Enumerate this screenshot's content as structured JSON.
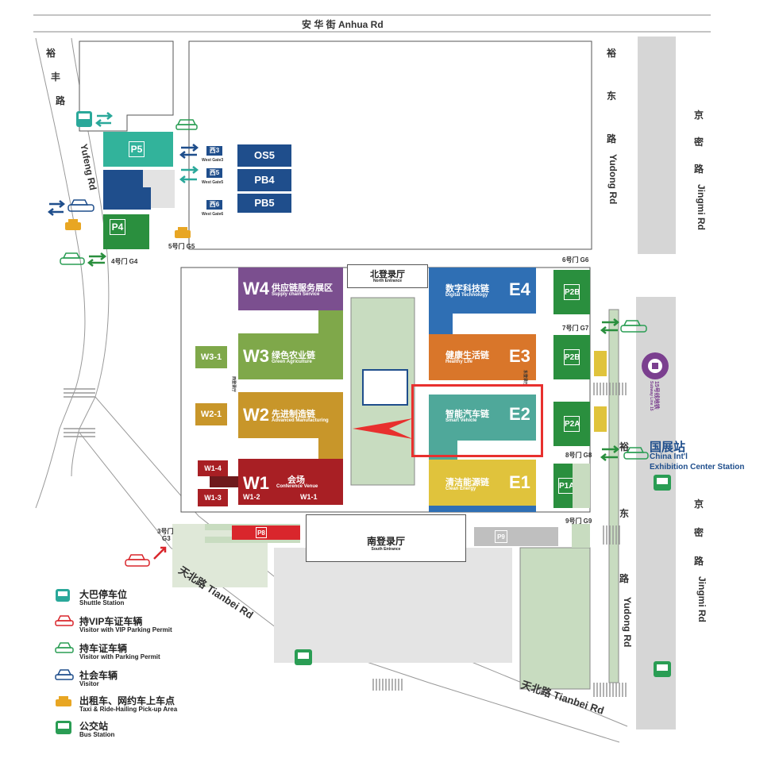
{
  "roads": {
    "anhua": "安 华 街   Anhua Rd",
    "yufeng_zh": [
      "裕",
      "丰",
      "路"
    ],
    "yufeng_en": "Yufeng Rd",
    "yudong_top_zh": [
      "裕",
      "东",
      "路"
    ],
    "yudong_top_en": "Yudong Rd",
    "yudong_bottom_zh": [
      "裕",
      "东",
      "路"
    ],
    "yudong_bottom_en": "Yudong Rd",
    "jingmi_top_zh": [
      "京",
      "密",
      "路"
    ],
    "jingmi_top_en": "Jingmi Rd",
    "jingmi_bottom_zh": [
      "京",
      "密",
      "路"
    ],
    "jingmi_bottom_en": "Jingmi Rd",
    "tianbei_left": "天北路  Tianbei Rd",
    "tianbei_right": "天北路  Tianbei Rd"
  },
  "halls": {
    "w4": {
      "code": "W4",
      "zh": "供应链服务展区",
      "en": "Supply chain Service"
    },
    "w3": {
      "code": "W3",
      "zh": "绿色农业链",
      "en": "Green Agriculture"
    },
    "w2": {
      "code": "W2",
      "zh": "先进制造链",
      "en": "Advanced Manufacturing"
    },
    "w1": {
      "code": "W1",
      "zh": "会场",
      "en": "Conference Venue",
      "sub_left": "W1-2",
      "sub_right": "W1-1"
    },
    "w3_1": "W3-1",
    "w2_1": "W2-1",
    "w1_4": "W1-4",
    "w1_3": "W1-3",
    "e4": {
      "code": "E4",
      "zh": "数字科技链",
      "en": "Digital Technology"
    },
    "e3": {
      "code": "E3",
      "zh": "健康生活链",
      "en": "Healthy Life"
    },
    "e2": {
      "code": "E2",
      "zh": "智能汽车链",
      "en": "Smart Vehicle"
    },
    "e1": {
      "code": "E1",
      "zh": "清洁能源链",
      "en": "Clean Energy"
    },
    "os5": "OS5",
    "pb4": "PB4",
    "pb5": "PB5"
  },
  "entrances": {
    "north_zh": "北登录厅",
    "north_en": "North Entrance",
    "south_zh": "南登录厅",
    "south_en": "South Entrance",
    "west_small": "西登录厅",
    "east_small": "东登录厅"
  },
  "gates": {
    "g6": "6号门 G6",
    "g7": "7号门 G7",
    "g8": "8号门 G8",
    "g9": "9号门 G9",
    "g4": "4号门 G4",
    "g5": "5号门 G5",
    "g3_zh": "3号门",
    "g3_en": "G3",
    "west3": "西3",
    "west3_en": "West Gate3",
    "west5": "西5",
    "west5_en": "West Gate5",
    "west6": "西6",
    "west6_en": "West Gate6"
  },
  "parking": {
    "p5": "P5",
    "p4": "P4",
    "p2b_1": "P2B",
    "p2b_2": "P2B",
    "p2a": "P2A",
    "p1": "P1A",
    "p9": "P9",
    "p8": "P8"
  },
  "station": {
    "zh": "国展站",
    "en1": "China Int'l",
    "en2": "Exhibition Center Station",
    "line_zh": "15号线地铁",
    "line_en": "Subway Line 15"
  },
  "legend": [
    {
      "zh": "大巴停车位",
      "en": "Shuttle Station",
      "icon": "bus-icon",
      "color": "#2aa89a"
    },
    {
      "zh": "持VIP车证车辆",
      "en": "Visitor with VIP Parking Permit",
      "icon": "vip-car-icon",
      "color": "#d9262c"
    },
    {
      "zh": "持车证车辆",
      "en": "Visitor with Parking Permit",
      "icon": "permit-car-icon",
      "color": "#2a9d54"
    },
    {
      "zh": "社会车辆",
      "en": "Visitor",
      "icon": "visitor-car-icon",
      "color": "#1f4e8c"
    },
    {
      "zh": "出租车、网约车上车点",
      "en": "Taxi & Ride-Hailing Pick-up Area",
      "icon": "taxi-icon",
      "color": "#e8a623"
    },
    {
      "zh": "公交站",
      "en": "Bus Station",
      "icon": "bus-station-icon",
      "color": "#2a9d54"
    }
  ],
  "colors": {
    "w4": "#7b4f8f",
    "w3": "#7fa84a",
    "w2": "#c8962a",
    "w1": "#a81f24",
    "e4": "#2f6fb4",
    "e3": "#d9762a",
    "e2": "#4fa89a",
    "e1": "#e0c33c",
    "navy": "#1f4e8c",
    "green": "#2a8f3e",
    "teal": "#32b39b",
    "highlight": "#e8302e",
    "pale_green": "#c8dcc0",
    "gray": "#d8d8d8",
    "subway": "#7b3f8f"
  }
}
